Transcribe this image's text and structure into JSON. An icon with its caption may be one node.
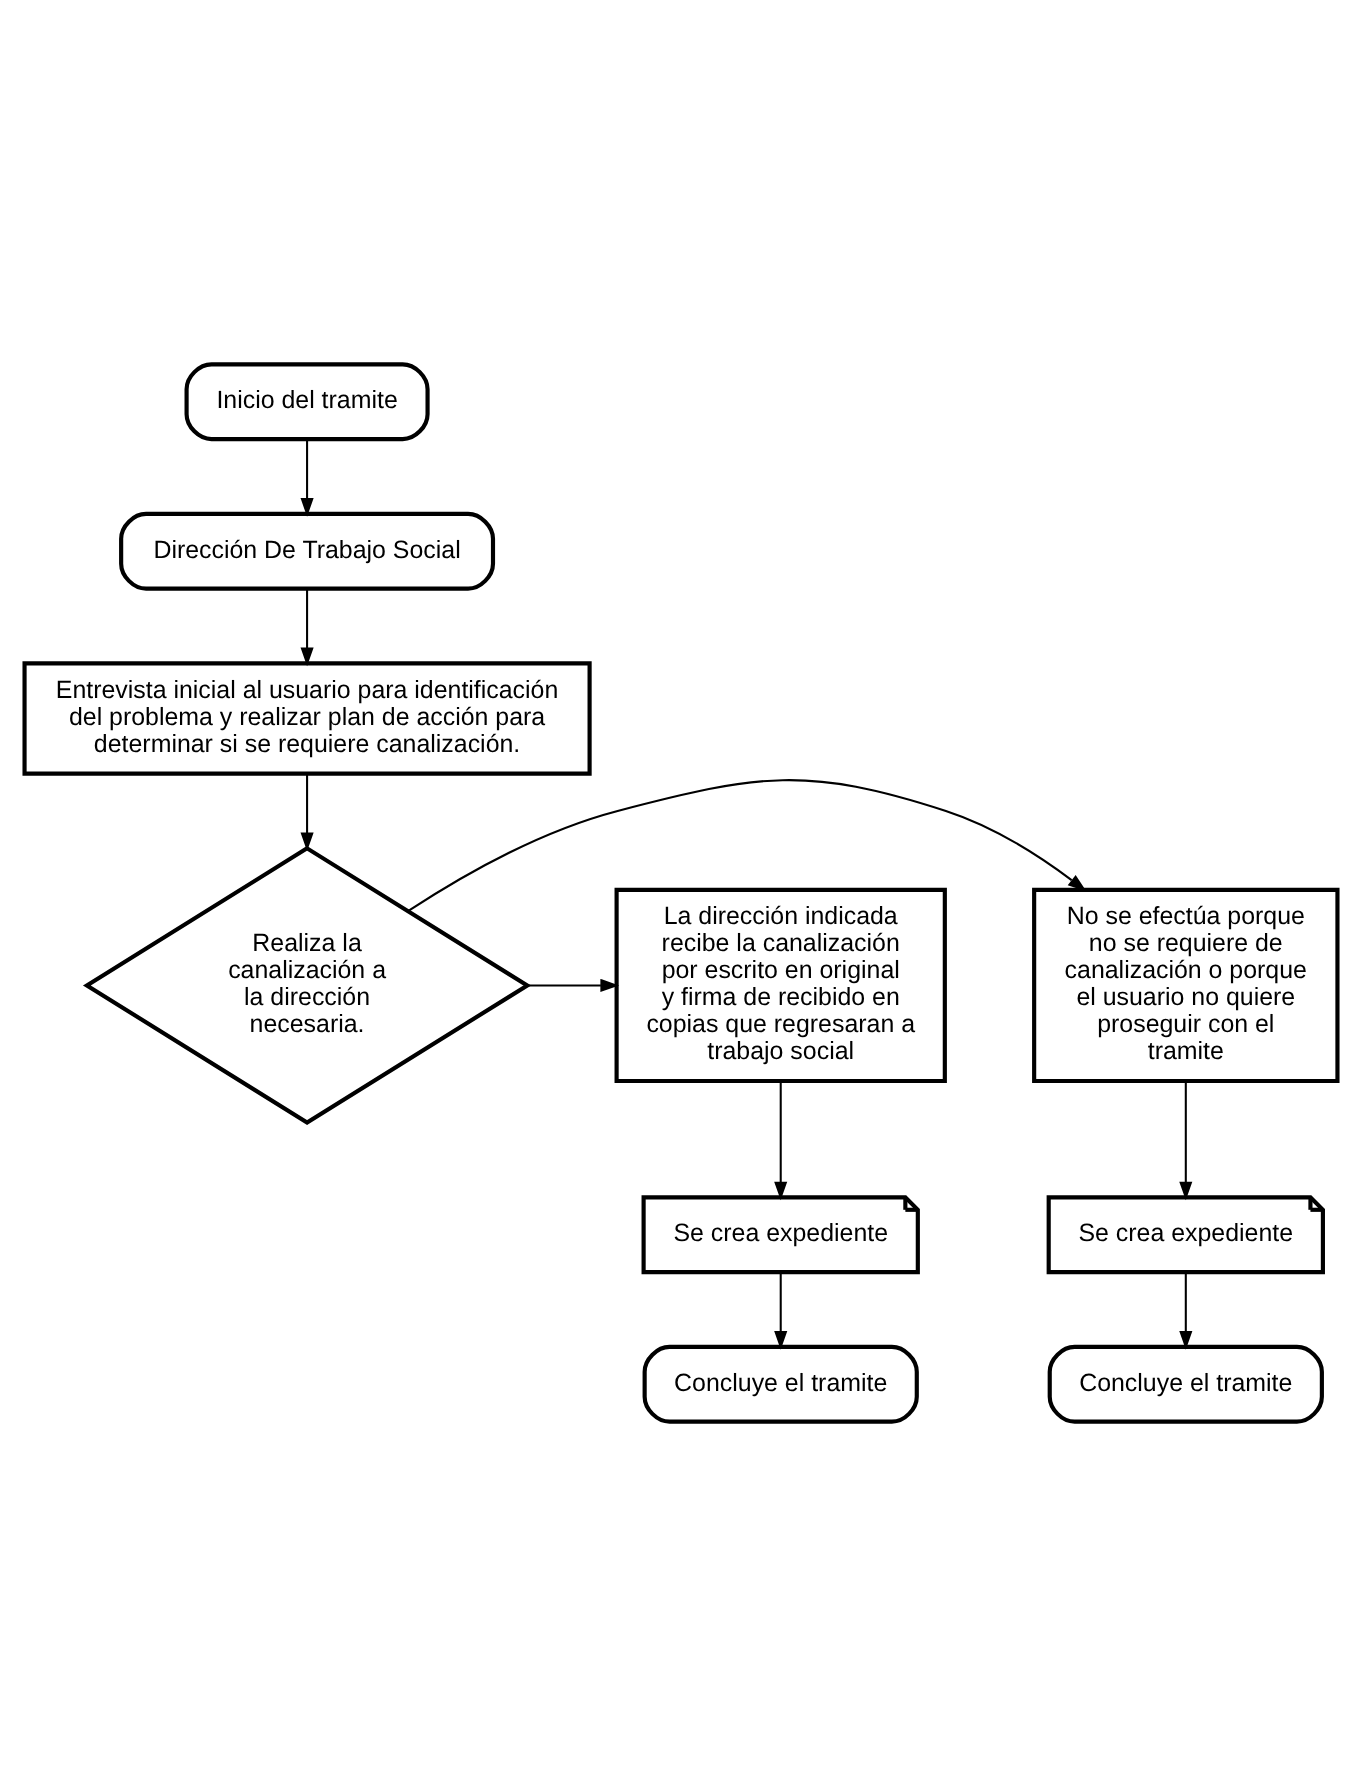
{
  "diagram": {
    "nodes": [
      {
        "text": [
          "Inicio del tramite"
        ]
      },
      {
        "text": [
          "Dirección De Trabajo Social"
        ]
      },
      {
        "text": [
          "Entrevista inicial al usuario para identificación del problema y realizar plan de acción para determinar si se requiere canalización."
        ]
      },
      {
        "text": [
          "Realiza la canalización a la dirección necesaria."
        ]
      },
      {
        "text": [
          "No se efectúa porque no se requiere de canalización o porque el usuario no quiere proseguir con el tramite"
        ]
      },
      {
        "text": [
          "La dirección indicada recibe la canalización por escrito en original y firma de recibido en copias que regresaran a trabajo social"
        ]
      },
      {
        "text": [
          "Se crea expediente"
        ]
      },
      {
        "text": [
          "Concluye el tramite"
        ]
      },
      {
        "text": [
          "Se crea expediente"
        ]
      },
      {
        "text": [
          "Concluye el tramite"
        ]
      }
    ],
    "edges": [
      {
        "from": 0,
        "to": 1,
        "arrow": "to"
      },
      {
        "from": 1,
        "to": 2,
        "arrow": "to"
      },
      {
        "from": 2,
        "to": 3,
        "arrow": "to"
      },
      {
        "from": 3,
        "to": 4,
        "arrow": "to"
      },
      {
        "from": 3,
        "to": 5,
        "arrow": "to"
      },
      {
        "from": 4,
        "to": 6,
        "arrow": "to"
      },
      {
        "from": 6,
        "to": 7,
        "arrow": "to"
      },
      {
        "from": 5,
        "to": 8,
        "arrow": "to"
      },
      {
        "from": 8,
        "to": 9,
        "arrow": "to"
      }
    ]
  }
}
